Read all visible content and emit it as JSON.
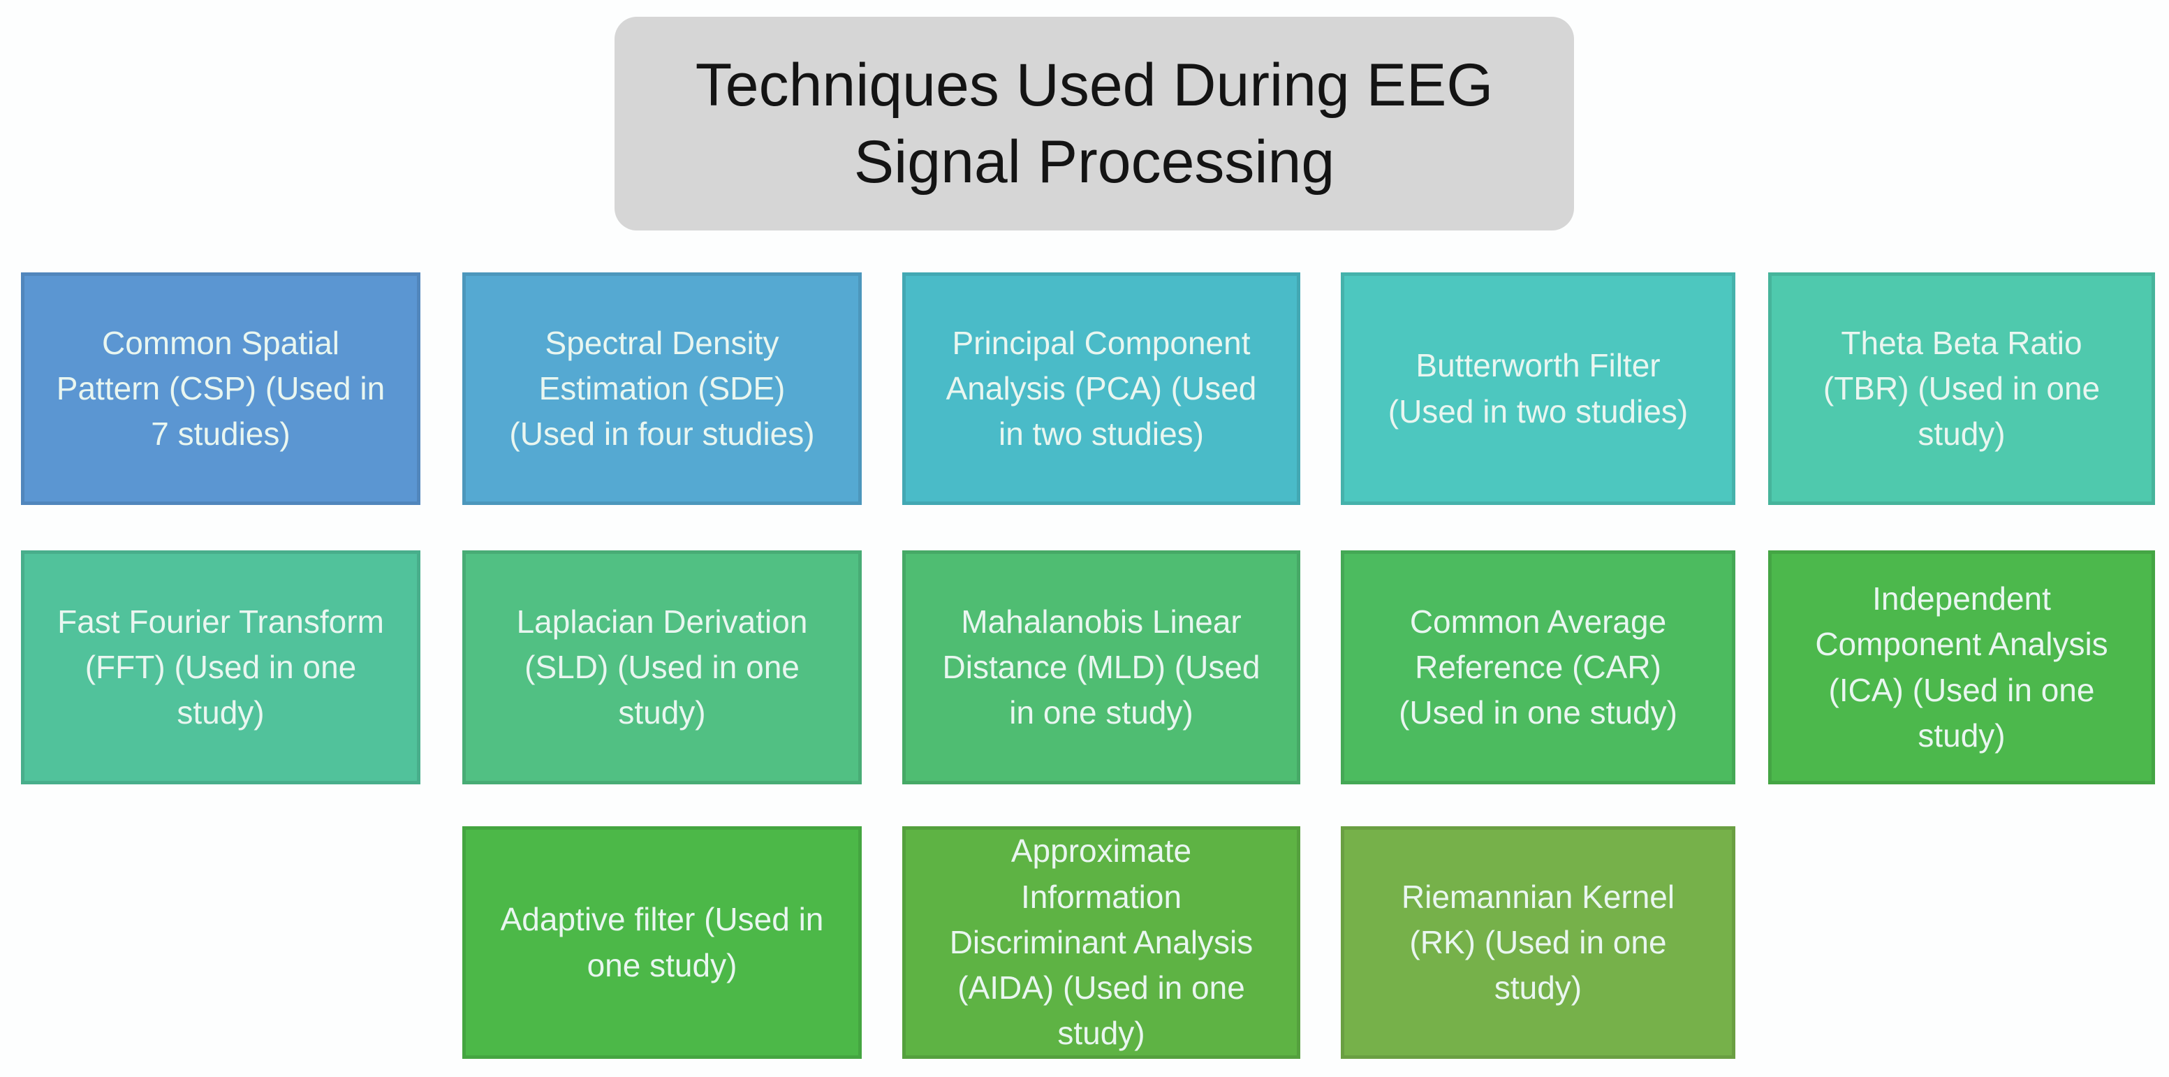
{
  "title": {
    "text": "Techniques Used During EEG Signal Processing",
    "bg": "#d6d6d6",
    "text_color": "#141414"
  },
  "box_text_color": "#e9f6f0",
  "boxes": [
    {
      "id": "csp",
      "label": "Common Spatial Pattern (CSP) (Used in 7 studies)",
      "color": "#5b96d2"
    },
    {
      "id": "sde",
      "label": "Spectral Density Estimation (SDE) (Used in four studies)",
      "color": "#55a9d2"
    },
    {
      "id": "pca",
      "label": "Principal Component Analysis (PCA) (Used in two studies)",
      "color": "#4abbc8"
    },
    {
      "id": "butterworth",
      "label": "Butterworth Filter (Used in two studies)",
      "color": "#4dc7bf"
    },
    {
      "id": "tbr",
      "label": "Theta Beta Ratio (TBR) (Used in one study)",
      "color": "#4fc9ad"
    },
    {
      "id": "fft",
      "label": "Fast Fourier Transform (FFT) (Used in one study)",
      "color": "#51c29b"
    },
    {
      "id": "sld",
      "label": "Laplacian Derivation (SLD) (Used in one study)",
      "color": "#51c083"
    },
    {
      "id": "mld",
      "label": "Mahalanobis Linear Distance (MLD) (Used in one study)",
      "color": "#4fbd72"
    },
    {
      "id": "car",
      "label": "Common Average Reference (CAR) (Used in one study)",
      "color": "#4cbb5f"
    },
    {
      "id": "ica",
      "label": "Independent Component Analysis (ICA)  (Used in one study)",
      "color": "#4cb84c"
    },
    {
      "id": "adaptive",
      "label": "Adaptive filter (Used in one study)",
      "color": "#4cb848"
    },
    {
      "id": "aida",
      "label": "Approximate Information Discriminant Analysis (AIDA) (Used in one study)",
      "color": "#5eb344"
    },
    {
      "id": "rk",
      "label": "Riemannian Kernel (RK) (Used in one study)",
      "color": "#76b14a"
    }
  ]
}
